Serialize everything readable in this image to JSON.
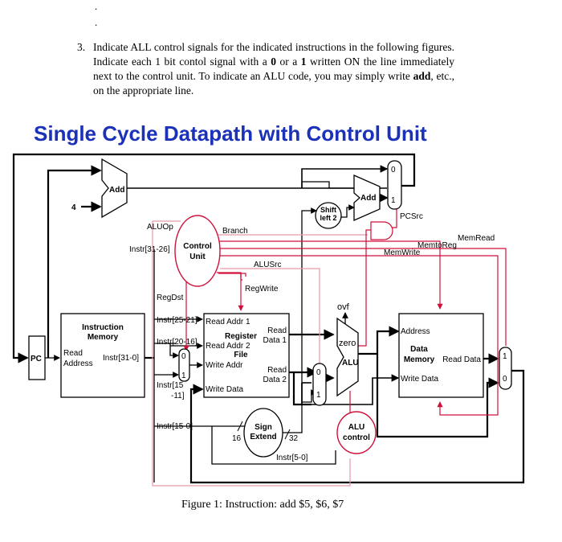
{
  "page": {
    "dots": [
      ".",
      "."
    ],
    "problem": {
      "number": "3.",
      "text_parts": [
        {
          "t": "Indicate ALL control signals for the indicated instructions in the following figures.  Indicate each 1 bit contol signal with a "
        },
        {
          "t": "0",
          "b": true
        },
        {
          "t": " or a "
        },
        {
          "t": "1",
          "b": true
        },
        {
          "t": " written ON the line immediately next to the control unit.  To indicate an ALU code, you may simply write "
        },
        {
          "t": "add",
          "b": true
        },
        {
          "t": ", etc., on the appropriate line."
        }
      ]
    },
    "title": "Single Cycle Datapath with Control Unit",
    "caption": "Figure 1: Instruction: add $5, $6, $7"
  },
  "diagram": {
    "colors": {
      "wire": "#000000",
      "control": "#d0103a",
      "control_light": "#e89aa8",
      "title": "#1a31b8"
    },
    "blocks": {
      "pc": "PC",
      "add_top": "Add",
      "add_right": "Add",
      "four": "4",
      "shift_left": [
        "Shift",
        "left 2"
      ],
      "control_unit": [
        "Control",
        "Unit"
      ],
      "instruction_memory": [
        "Instruction",
        "Memory"
      ],
      "read_address": [
        "Read",
        "Address"
      ],
      "register_file": [
        "Register",
        "File"
      ],
      "sign_extend": [
        "Sign",
        "Extend"
      ],
      "alu": "ALU",
      "alu_control": [
        "ALU",
        "control"
      ],
      "data_memory": [
        "Data",
        "Memory"
      ]
    },
    "ports": {
      "read_addr_1": "Read Addr 1",
      "read_addr_2": "Read Addr 2",
      "write_addr": "Write Addr",
      "write_data_reg": "Write Data",
      "read_data_1": [
        "Read",
        "Data 1"
      ],
      "read_data_2": [
        "Read",
        "Data 2"
      ],
      "address": "Address",
      "read_data_mem": "Read Data",
      "write_data_mem": "Write Data",
      "zero": "zero",
      "ovf": "ovf"
    },
    "signals": {
      "aluop": "ALUOp",
      "branch": "Branch",
      "memread": "MemRead",
      "memtoreg": "MemtoReg",
      "memwrite": "MemWrite",
      "alusrc": "ALUSrc",
      "regwrite": "RegWrite",
      "regdst": "RegDst",
      "pcsrc": "PCSrc"
    },
    "wires": {
      "instr_31_26": "Instr[31-26]",
      "instr_25_21": "Instr[25-21]",
      "instr_20_16": "Instr[20-16]",
      "instr_31_0": "Instr[31-0]",
      "instr_15_11": [
        "Instr[15",
        "-11]"
      ],
      "instr_15_0": "Instr[15-0]",
      "instr_5_0": "Instr[5-0]",
      "w16": "16",
      "w32": "32"
    },
    "mux_labels": {
      "zero": "0",
      "one": "1"
    }
  }
}
